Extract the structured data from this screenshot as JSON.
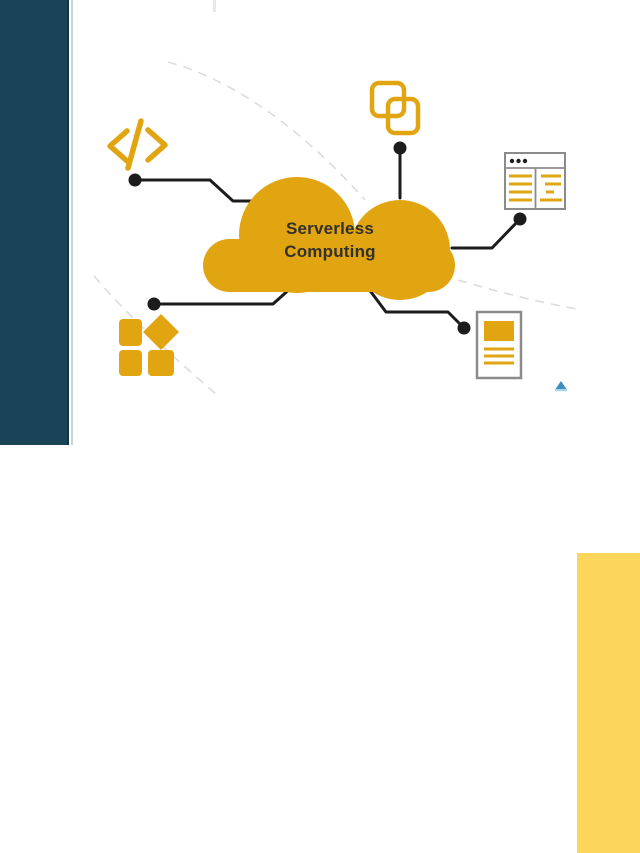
{
  "colors": {
    "amber": "#E2A512",
    "soft-yellow": "#FCD65B",
    "navy": "#1B4358",
    "wire": "#1C1C1C",
    "icon-outline": "#8B8B8B",
    "dash": "#DCDCDC",
    "title-text": "#33302A",
    "glyph-blue": "#3E8FBE",
    "glyph-blue-light": "#A8D4E8",
    "background": "#FFFFFF"
  },
  "cloud": {
    "title_line1": "Serverless",
    "title_line2": "Computing"
  },
  "icons": {
    "code-icon": "angle brackets with slash </>",
    "overlapping-squares-icon": "two overlapping rounded outline squares",
    "browser-window-icon": "browser window with dot menu and two text columns",
    "document-icon": "document card with heading block and text lines",
    "grid-squares-icon": "2x2 grid of filled squares, top-right rotated as diamond",
    "cursor-glyph": "tiny blue marker"
  }
}
